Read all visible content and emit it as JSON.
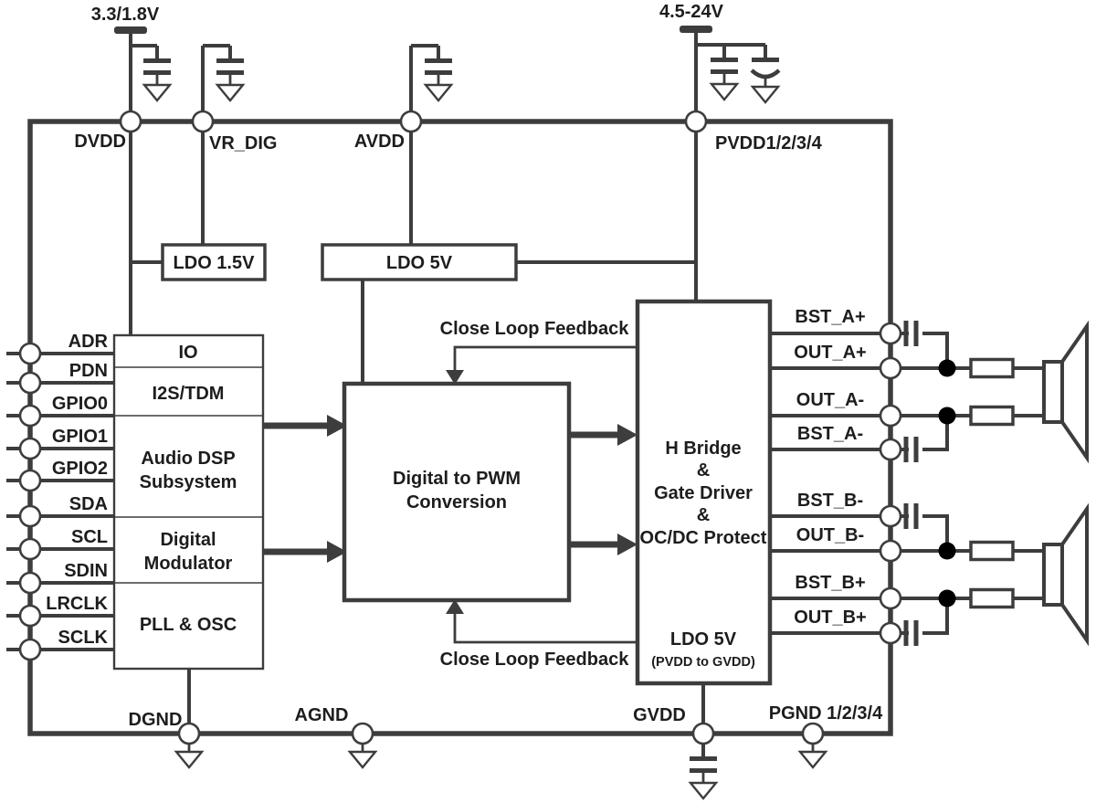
{
  "diagram": {
    "supplies": {
      "digital": "3.3/1.8V",
      "power": "4.5-24V"
    },
    "rails": [
      "DVDD",
      "VR_DIG",
      "AVDD",
      "PVDD1/2/3/4"
    ],
    "regulators": [
      "LDO 1.5V",
      "LDO 5V"
    ],
    "pins": [
      "ADR",
      "PDN",
      "GPIO0",
      "GPIO1",
      "GPIO2",
      "SDA",
      "SCL",
      "SDIN",
      "LRCLK",
      "SCLK"
    ],
    "left_block_sections": [
      [
        "IO"
      ],
      [
        "I2S/TDM"
      ],
      [
        "Audio DSP",
        "Subsystem"
      ],
      [
        "Digital",
        "Modulator"
      ],
      [
        "PLL & OSC"
      ]
    ],
    "pwm_block": [
      "Digital to PWM",
      "Conversion"
    ],
    "hbridge_block": [
      "H Bridge",
      "&",
      "Gate Driver",
      "&",
      "OC/DC Protect"
    ],
    "hbridge_ldo": [
      "LDO 5V",
      "(PVDD to GVDD)"
    ],
    "feedback_label_top": "Close Loop Feedback",
    "feedback_label_bottom": "Close Loop Feedback",
    "outputs": [
      "BST_A+",
      "OUT_A+",
      "OUT_A-",
      "BST_A-",
      "BST_B-",
      "OUT_B-",
      "BST_B+",
      "OUT_B+"
    ],
    "bottom_labels": [
      "DGND",
      "AGND",
      "GVDD",
      "PGND 1/2/3/4"
    ],
    "colors": {
      "line": "#3d3d3d",
      "text": "#1d1d1d",
      "background": "#ffffff",
      "junction": "#000000"
    }
  }
}
